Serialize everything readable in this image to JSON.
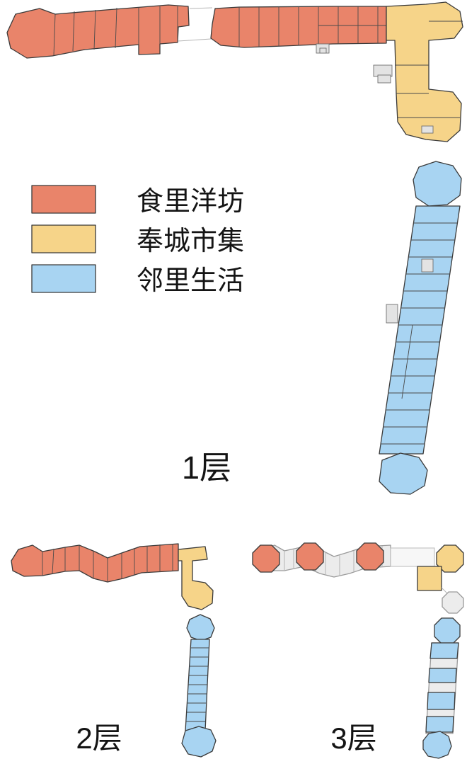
{
  "palette": {
    "red": "#E9846A",
    "yellow": "#F6D489",
    "blue": "#A8D4F2",
    "gray_fill": "#ECECEC",
    "gray_stroke": "#9A9A9A",
    "outline": "#3A3A3A"
  },
  "legend": {
    "items": [
      {
        "label": "食里洋坊",
        "color": "#E9846A"
      },
      {
        "label": "奉城市集",
        "color": "#F6D489"
      },
      {
        "label": "邻里生活",
        "color": "#A8D4F2"
      }
    ]
  },
  "floor_labels": {
    "floor1": "1层",
    "floor2": "2层",
    "floor3": "3层"
  }
}
